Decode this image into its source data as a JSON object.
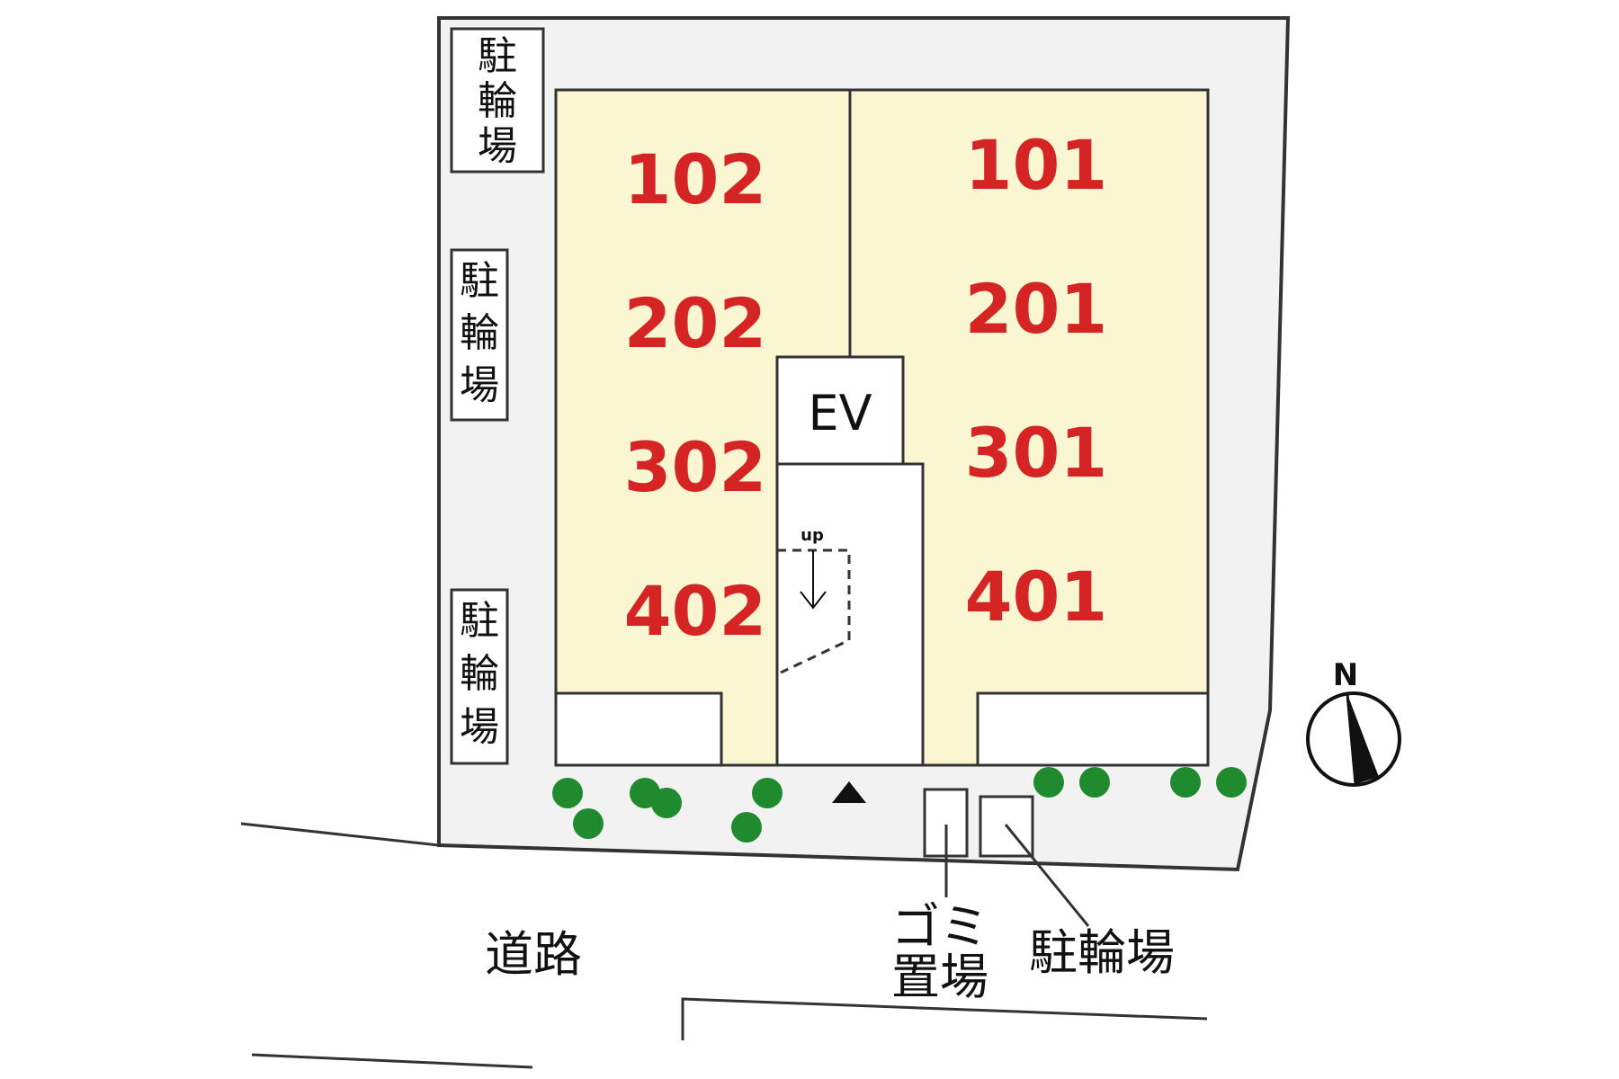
{
  "units": {
    "u102": "102",
    "u202": "202",
    "u302": "302",
    "u402": "402",
    "u101": "101",
    "u201": "201",
    "u301": "301",
    "u401": "401"
  },
  "elevator_label": "EV",
  "stair_label": "up",
  "bicycle_parking_chars": [
    "駐",
    "輪",
    "場"
  ],
  "bicycle_parking_label": "駐輪場",
  "garbage_label_line1": "ゴミ",
  "garbage_label_line2": "置場",
  "road_label": "道路",
  "north_label": "N",
  "colors": {
    "unit_fill": "#fbf6d2",
    "site_fill": "#f2f2f2",
    "unit_text": "#d42424",
    "tree": "#1f8a2e"
  }
}
